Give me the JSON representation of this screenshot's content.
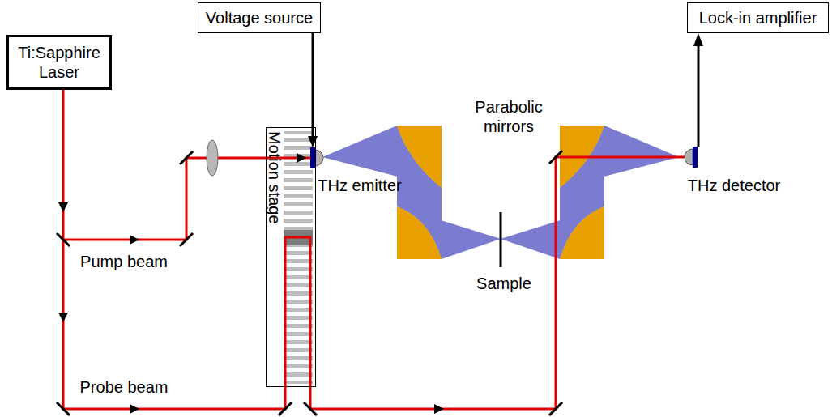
{
  "diagram": {
    "nodes": [
      {
        "text": [
          "Ti:Sapphire Laser"
        ]
      },
      {
        "text": [
          "Voltage source"
        ]
      },
      {
        "text": [
          "Lock-in amplifier"
        ]
      },
      {
        "text": [
          "Motion stage"
        ]
      }
    ],
    "labels": [
      "THz emitter",
      "Parabolic mirrors",
      "THz detector",
      "Pump beam",
      "Sample",
      "Probe beam"
    ]
  }
}
